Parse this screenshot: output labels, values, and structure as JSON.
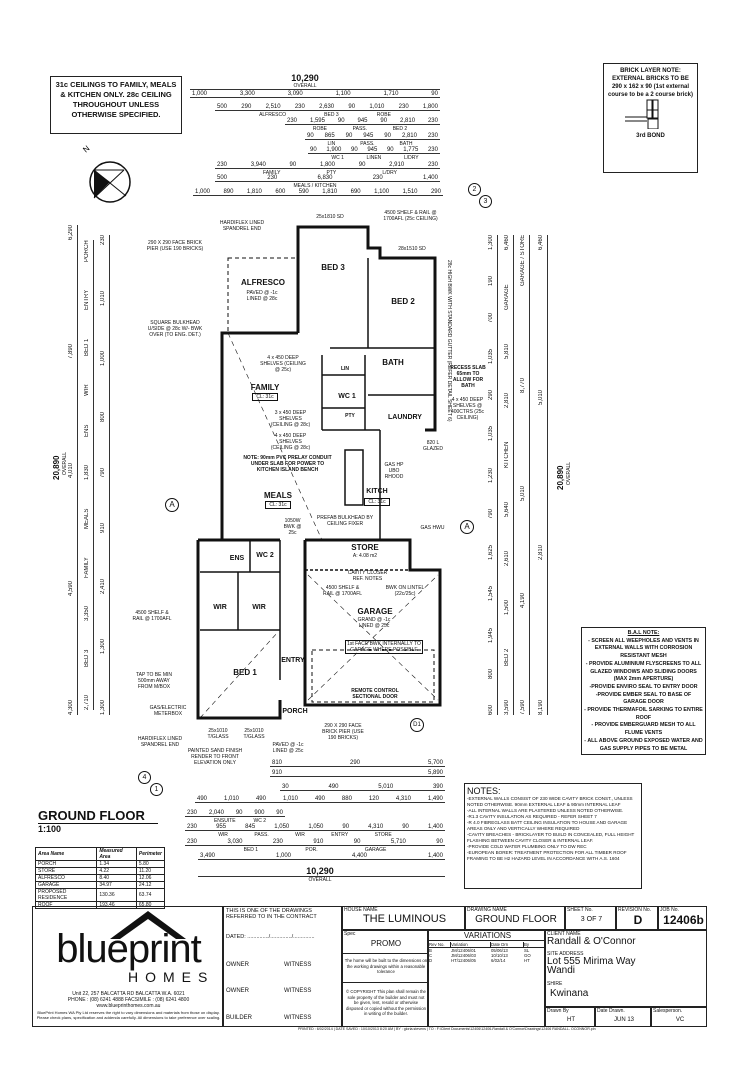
{
  "ceiling_note": "31c CEILINGS TO FAMILY, MEALS & KITCHEN ONLY. 28c CEILING THROUGHOUT UNLESS OTHERWISE SPECIFIED.",
  "north_label": "N",
  "brick_note": {
    "title": "BRICK LAYER NOTE:",
    "body": "EXTERNAL BRICKS TO BE 290 x 162 x 90 (1st external course to be a 2 course brick)",
    "caption": "3rd BOND"
  },
  "top_dims": {
    "overall": "10,290",
    "overall_label": "OVERALL",
    "rows": [
      [
        "1,000",
        "3,300",
        "3,090",
        "1,100",
        "1,710",
        "90"
      ],
      [
        "500",
        "290",
        "2,510",
        "230",
        "2,630",
        "90",
        "1,010",
        "230",
        "1,800"
      ],
      [
        "ALFRESCO",
        "BED 3",
        "ROBE"
      ],
      [
        "230",
        "1,595",
        "90",
        "945",
        "90",
        "2,810",
        "230"
      ],
      [
        "ROBE",
        "PASS.",
        "BED 2"
      ],
      [
        "90",
        "865",
        "90",
        "945",
        "90",
        "2,810",
        "230"
      ],
      [
        "LIN",
        "PASS.",
        "BATH"
      ],
      [
        "90",
        "1,900",
        "90",
        "945",
        "90",
        "1,775",
        "230"
      ],
      [
        "WC 1",
        "LINEN",
        "L/DRY"
      ],
      [
        "230",
        "3,940",
        "90",
        "1,800",
        "90",
        "2,910",
        "230"
      ],
      [
        "FAMILY",
        "PTY",
        "L/DRY"
      ],
      [
        "500",
        "230",
        "6,830",
        "230",
        "1,400"
      ],
      [
        "MEALS / KITCHEN"
      ],
      [
        "1,000",
        "890",
        "1,810",
        "600",
        "590",
        "1,810",
        "690",
        "1,100",
        "1,510",
        "290"
      ]
    ]
  },
  "left_dims": {
    "overall": "20,890",
    "overall_label": "OVERALL",
    "a": [
      "4,300",
      "4,590",
      "4,010",
      "7,890",
      "6,290"
    ],
    "b": [
      "2,710",
      "BED 3",
      "3,350",
      "FAMILY",
      "MEALS",
      "1,830",
      "ENS",
      "WIR",
      "BED 1",
      "ENTRY",
      "PORCH"
    ],
    "c": [
      "1,300",
      "1,300",
      "2,410",
      "910",
      "790",
      "800",
      "1,000",
      "1,010",
      "230"
    ]
  },
  "right_dims": {
    "overall": "20,890",
    "overall_label": "OVERALL",
    "a": [
      "8,190",
      "2,810",
      "5,010",
      "6,460"
    ],
    "b": [
      "7,590",
      "4,190",
      "5,010",
      "8,770",
      "GARAGE / STORE"
    ],
    "c": [
      "3,590",
      "BED 2",
      "1,500",
      "2,610",
      "5,640",
      "KITCHEN",
      "2,810",
      "5,810",
      "GARAGE",
      "6,460"
    ],
    "d": [
      "600",
      "800",
      "1,945",
      "1,545",
      "1,625",
      "790",
      "1,230",
      "1,035",
      "290",
      "1,035",
      "700",
      "190",
      "1,300"
    ]
  },
  "bottom_dims": {
    "rows": [
      [
        "810",
        "290",
        "5,700"
      ],
      [
        "910",
        "5,890"
      ],
      [
        "30",
        "490",
        "5,010",
        "390"
      ],
      [
        "490",
        "1,010",
        "490",
        "1,010",
        "490",
        "880",
        "120",
        "4,310",
        "1,490"
      ],
      [
        "230",
        "2,040",
        "90",
        "900",
        "90"
      ],
      [
        "ENSUITE",
        "WC 2"
      ],
      [
        "230",
        "955",
        "845",
        "1,050",
        "1,050",
        "90",
        "4,310",
        "90",
        "1,400"
      ],
      [
        "WIR",
        "PASS.",
        "WIR",
        "ENTRY",
        "STORE"
      ],
      [
        "230",
        "3,030",
        "230",
        "910",
        "90",
        "5,710",
        "90"
      ],
      [
        "BED 1",
        "POR.",
        "GARAGE"
      ],
      [
        "3,490",
        "1,000",
        "4,400",
        "1,400"
      ]
    ],
    "overall": "10,290",
    "overall_label": "OVERALL"
  },
  "rooms": {
    "alfresco": "ALFRESCO",
    "alfresco_sub": "PAVED @ -1c LINED @ 28c",
    "bed3": "BED 3",
    "bed2": "BED 2",
    "bath": "BATH",
    "laundry": "LAUNDRY",
    "family": "FAMILY",
    "family_cl": "CL: 31c",
    "meals": "MEALS",
    "meals_cl": "CL: 31c",
    "kitch": "KITCH",
    "kitch_cl": "CL: 31c",
    "wc1": "WC 1",
    "pty": "PTY",
    "lin": "LIN",
    "ens": "ENS",
    "wc2": "WC 2",
    "wir1": "WIR",
    "wir2": "WIR",
    "bed1": "BED 1",
    "entry": "ENTRY",
    "store": "STORE",
    "store_area": "A: 4.08 m2",
    "garage": "GARAGE",
    "garage_sub": "GRAND @ -1c LINED @ 25c",
    "porch": "PORCH",
    "porch_sub": "PAVED @ -1c LINED @ 25c"
  },
  "plan_notes": [
    "HARDIFLEX LINED SPANDREL END",
    "290 X 290 FACE BRICK PIER (USE 190 BRICKS)",
    "25x1810 SD",
    "4500 SHELF & RAIL @ 1700AFL (25c CEILING)",
    "28x1510 SD",
    "SQUARE BULKHEAD U/SIDE @ 28c W/- BWK OVER (TO ENG. DET.)",
    "4 x 450 DEEP SHELVES (CEILING @ 25c)",
    "3 x 450 DEEP SHELVES (CEILING @ 28c)",
    "4 x 450 DEEP SHELVES (CEILING @ 28c)",
    "NOTE: 90mm PVC PRELAY CONDUIT UNDER SLAB FOR POWER TO KITCHEN ISLAND BENCH",
    "RECESS SLAB 65mm TO ALLOW FOR BATH",
    "4 x 450 DEEP SHELVES @ 400CTRS (25c CEILING)",
    "820 L GLAZED",
    "GAS HP UBO RHOOD",
    "PREFAB BULKHEAD BY CEILING FIXER",
    "1050W BWK @ 25c",
    "GAS HWU",
    "28c HIGH BWK WITH STANDARD GUTTER (REFER DETAIL SHEET 6)",
    "CAVITY CLOSER REF. NOTES",
    "BWK ON LINTEL (22c/25c)",
    "4500 SHELF & RAIL @ 1700AFL",
    "1st FACE BWK INTERNALLY TO GARAGE WHERE POSSIBLE",
    "REMOTE CONTROL SECTIONAL DOOR",
    "TAP TO BE MIN 500mm AWAY FROM M/BOX",
    "GAS/ELECTRIC METERBOX",
    "HARDIFLEX LINED SPANDREL END",
    "PAINTED SAND FINISH RENDER TO FRONT ELEVATION ONLY",
    "25x1010 T/GLASS",
    "25x1010 T/GLASS",
    "290 X 290 FACE BRICK PIER (USE 190 BRICKS)"
  ],
  "section_markers": [
    "A",
    "A",
    "1",
    "2",
    "3",
    "4",
    "D1"
  ],
  "bal_note": {
    "title": "B.A.L NOTE:",
    "items": [
      "- SCREEN ALL WEEPHOLES AND VENTS IN EXTERNAL WALLS WITH CORROSION RESISTANT MESH",
      "- PROVIDE ALUMINIUM FLYSCREENS TO ALL GLAZED WINDOWS AND SLIDING DOORS (MAX 2mm APERTURE)",
      "-PROVIDE ENVIRO SEAL TO ENTRY DOOR",
      "-PROVIDE EMBER SEAL TO BASE OF GARAGE DOOR",
      "- PROVIDE THERMAFOIL SARKING TO ENTIRE ROOF",
      "- PROVIDE EMBERGUARD MESH TO ALL FLUME VENTS",
      "- ALL ABOVE GROUND EXPOSED WATER AND GAS SUPPLY PIPES TO BE METAL"
    ]
  },
  "notes": {
    "title": "NOTES:",
    "items": [
      "-EXTERNAL WALLS CONSIST OF 230 WIDE CAVITY BRICK CONST., UNLESS NOTED OTHERWISE. 90mm EXTERNAL LEAF & 90mm INTERNAL LEAF",
      "-ALL INTERNAL WALLS ARE PLASTERED UNLESS NOTED OTHERWISE.",
      "-R1.3 CAVITY INSULATION AS REQUIRED - REFER SHEET 7",
      "-R 4.0 FIBREGLASS BATT CEILING INSULATION TO HOUSE AND GARAGE AREAS ONLY AND VERTICALLY WHERE REQUIRED",
      "-CAVITY BREACHES - BRICKLAYER TO BUILD IN CONCEALED, FULL HEIGHT FLASHING BETWEEN CAVITY CLOSER & INTERNAL LEAF.",
      "-PROVIDE COLD WATER PLUMBING ONLY TO DW REC",
      "-EUROPEAN BORER: TREATMENT PROTECTION FOR ALL TIMBER ROOF FRAMING TO BE H2 HAZARD LEVEL IN ACCORDANCE WITH A.S. 1604"
    ]
  },
  "plan_title": "GROUND FLOOR",
  "scale": "1:100",
  "area_table": {
    "headers": [
      "Area Name",
      "Measured Area",
      "Perimeter"
    ],
    "rows": [
      [
        "PORCH",
        "1.34",
        "5.80"
      ],
      [
        "STORE",
        "4.22",
        "11.20"
      ],
      [
        "ALFRESCO",
        "8.40",
        "12.06"
      ],
      [
        "GARAGE",
        "34.97",
        "24.12"
      ],
      [
        "PROPOSED RESIDENCE",
        "130.36",
        "63.74"
      ],
      [
        "ROOF",
        "193.46",
        "65.80"
      ]
    ]
  },
  "title_block": {
    "logo_main": "blueprint",
    "logo_sub": "HOMES",
    "address": "Unit 22, 257 BALCATTA RD BALCATTA W.A. 6021",
    "phone": "PHONE : (08) 6241 4888  FACSIMILE : (08) 6241 4800",
    "web": "www.blueprinthomes.com.au",
    "disclaimer": "BluePrint Homes WA Pty Ltd reserves the right to vary dimensions and materials from those on display. Please check plans, specification and addenda carefully. All dimensions to take preference over scaling.",
    "contract_text": "THIS IS ONE OF THE DRAWINGS REFERRED TO IN THE CONTRACT",
    "dated": "DATED: ............../............../..............",
    "owner": "OWNER",
    "witness": "WITNESS",
    "builder": "BUILDER",
    "house_name_label": "HOUSE NAME",
    "house_name": "THE LUMINOUS",
    "drawing_name_label": "DRAWING NAME",
    "drawing_name": "GROUND FLOOR",
    "sheet_label": "SHEET No.",
    "sheet": "3 OF 7",
    "revision_label": "REVISION No.",
    "revision": "D",
    "job_label": "JOB No.",
    "job": "12406b",
    "spec_label": "Spec",
    "spec": "PROMO",
    "tolerance": "The home will be built to the dimensions on the working drawings within a reasonable tolerance",
    "copyright": "© COPYRIGHT This plan shall remain the sole property of the builder and must not be given, lent, resold or otherwise disposed or copied without the permission in writing of the builder.",
    "variations_title": "VARIATIONS",
    "variations_headers": [
      "Rev No.",
      "Variation",
      "Date Drn",
      "By"
    ],
    "variations": [
      [
        "B",
        "JM/12406/01",
        "05/06/13",
        "SL"
      ],
      [
        "C",
        "JM/12406/03",
        "10/10/13",
        "GO"
      ],
      [
        "D",
        "HT/12406/05",
        "6/02/14",
        "HT"
      ]
    ],
    "client_label": "CLIENT NAME",
    "client": "Randall & O'Connor",
    "site_label": "SITE ADDRESS",
    "site_line1": "Lot 555 Mirima Way",
    "site_line2": "Wandi",
    "shire_label": "SHIRE",
    "shire": "Kwinana",
    "drawn_by_label": "Drawn By",
    "drawn_by": "HT",
    "date_drawn_label": "Date Drawn.",
    "date_drawn": "JUN 13",
    "salesperson_label": "Salesperson.",
    "salesperson": "VC",
    "printed": "PRINTED : 6/02/2014 | DATE SAVED : 10/10/2013 8:20 AM | BY : gloria.stevens | TO : F:\\Client Documents\\12406\\12406-Randall & O'Connor\\Drawings\\12406 RANDALL- OCONNOR.pln"
  }
}
